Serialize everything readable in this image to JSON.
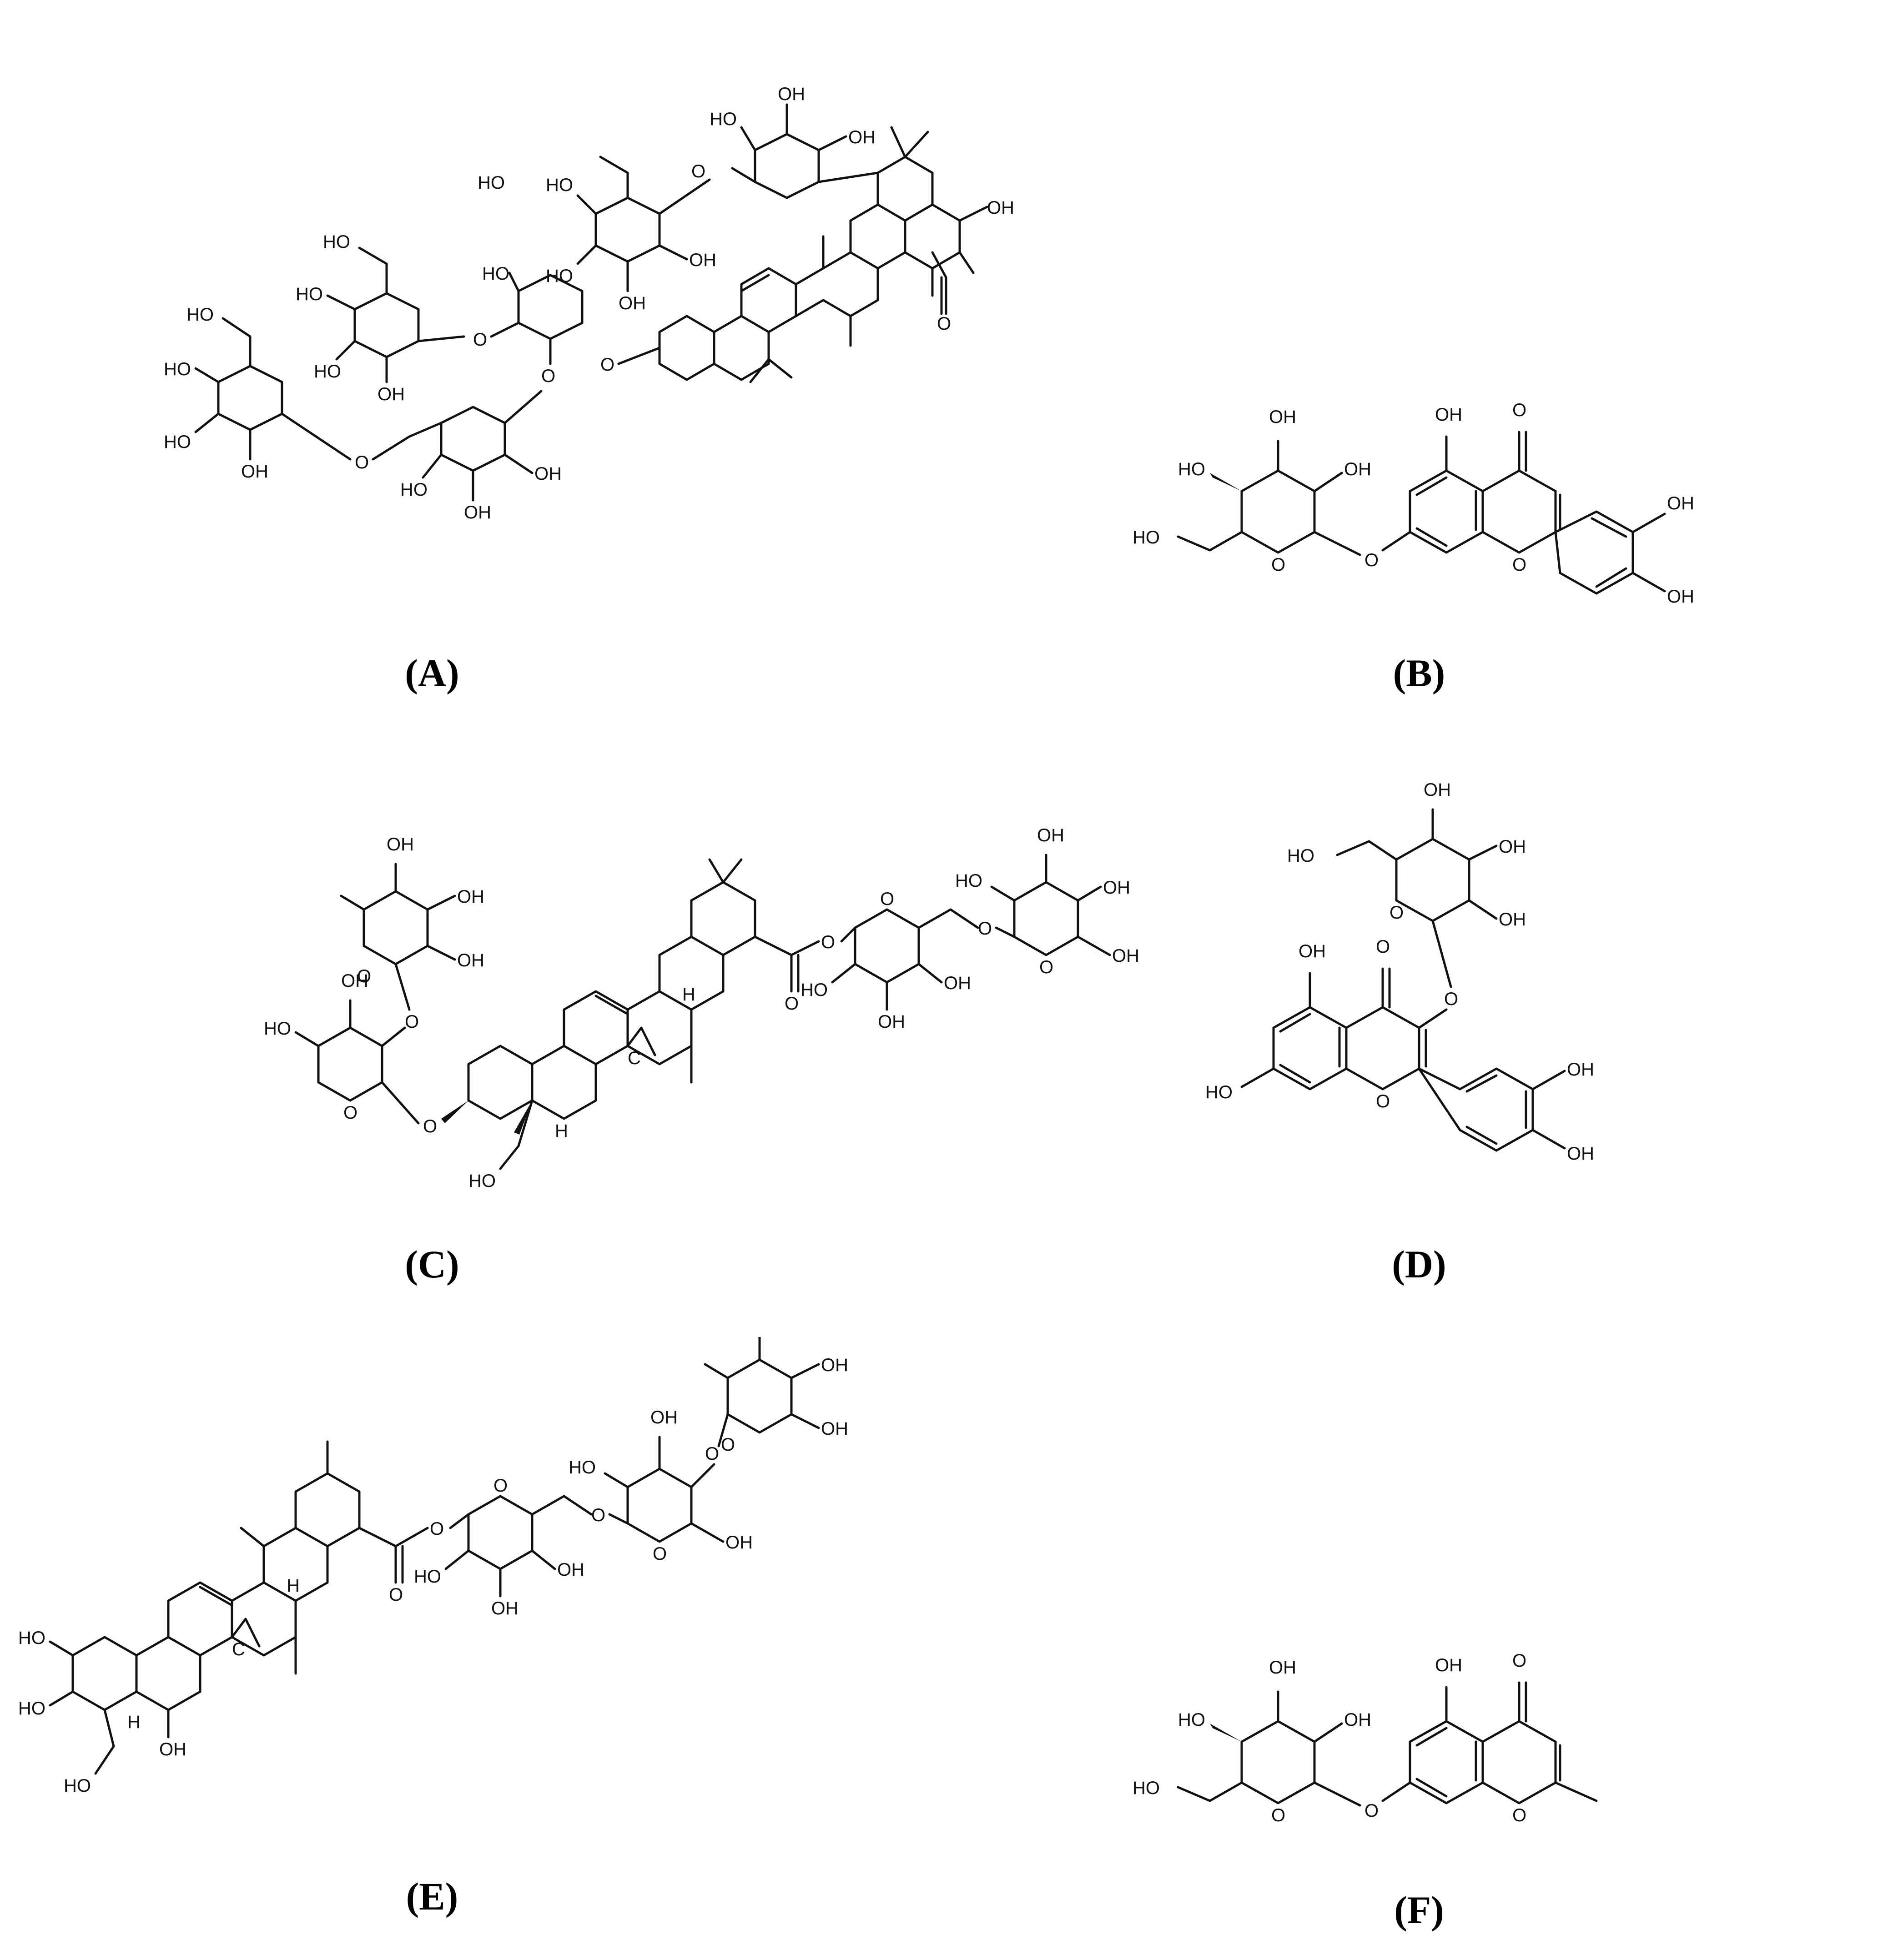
{
  "figure": {
    "panels": [
      {
        "id": "A",
        "caption": "(A)",
        "groups": {
          "hydroxyl": "HO",
          "hydroxyl_r": "OH",
          "ring_oxygen": "O",
          "carboxyl": "OH"
        }
      },
      {
        "id": "B",
        "caption": "(B)",
        "groups": {
          "hydroxyl": "HO",
          "hydroxyl_r": "OH",
          "ring_oxygen": "O",
          "carbonyl": "O"
        }
      },
      {
        "id": "C",
        "caption": "(C)",
        "groups": {
          "hydroxyl": "HO",
          "hydroxyl_r": "OH",
          "ring_oxygen": "O",
          "hydrogen": "H",
          "carbon": "C"
        }
      },
      {
        "id": "D",
        "caption": "(D)",
        "groups": {
          "hydroxyl": "HO",
          "hydroxyl_r": "OH",
          "ring_oxygen": "O",
          "carbonyl": "O"
        }
      },
      {
        "id": "E",
        "caption": "(E)",
        "groups": {
          "hydroxyl": "HO",
          "hydroxyl_r": "OH",
          "ring_oxygen": "O",
          "hydrogen": "H",
          "carbon": "C"
        }
      },
      {
        "id": "F",
        "caption": "(F)",
        "groups": {
          "hydroxyl": "HO",
          "hydroxyl_r": "OH",
          "ring_oxygen": "O",
          "carbonyl": "O"
        }
      }
    ]
  }
}
